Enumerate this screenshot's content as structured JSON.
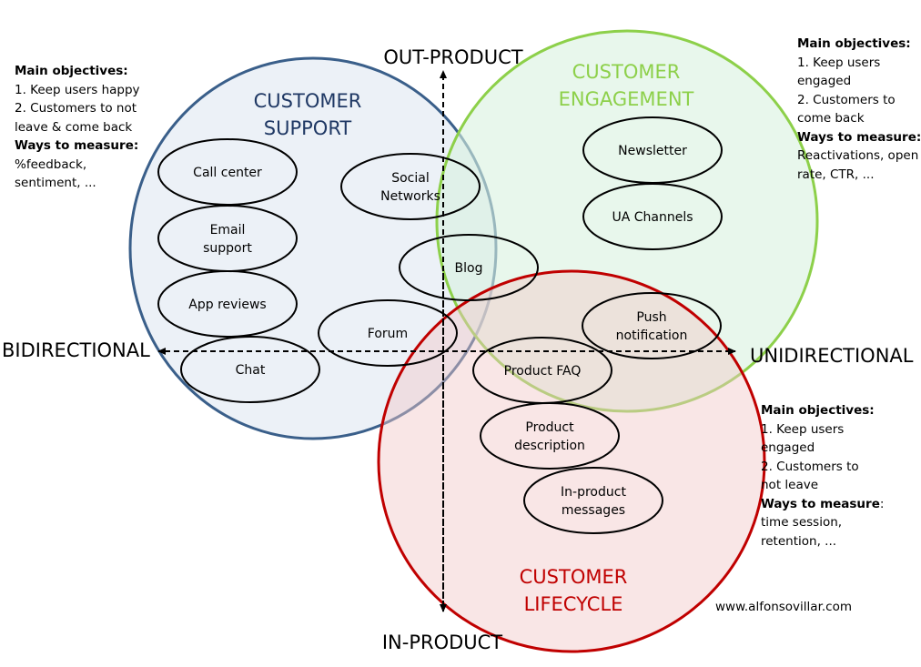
{
  "axes": {
    "top": "OUT-PRODUCT",
    "bottom": "IN-PRODUCT",
    "left": "BIDIRECTIONAL",
    "right": "UNIDIRECTIONAL"
  },
  "circles": {
    "support": {
      "title_line1": "CUSTOMER",
      "title_line2": "SUPPORT",
      "color": "#3a5f8a",
      "fill": "#dce6f1"
    },
    "engagement": {
      "title_line1": "CUSTOMER",
      "title_line2": "ENGAGEMENT",
      "color": "#8dd04a",
      "fill": "#d9f2df"
    },
    "lifecycle": {
      "title_line1": "CUSTOMER",
      "title_line2": "LIFECYCLE",
      "color": "#c00000",
      "fill": "#f2d6d6"
    }
  },
  "channels": [
    {
      "id": "call-center",
      "lines": [
        "Call center"
      ]
    },
    {
      "id": "email-support",
      "lines": [
        "Email",
        "support"
      ]
    },
    {
      "id": "app-reviews",
      "lines": [
        "App reviews"
      ]
    },
    {
      "id": "chat",
      "lines": [
        "Chat"
      ]
    },
    {
      "id": "social-networks",
      "lines": [
        "Social",
        "Networks"
      ]
    },
    {
      "id": "blog",
      "lines": [
        "Blog"
      ]
    },
    {
      "id": "forum",
      "lines": [
        "Forum"
      ]
    },
    {
      "id": "newsletter",
      "lines": [
        "Newsletter"
      ]
    },
    {
      "id": "ua-channels",
      "lines": [
        "UA Channels"
      ]
    },
    {
      "id": "push-notification",
      "lines": [
        "Push",
        "notification"
      ]
    },
    {
      "id": "product-faq",
      "lines": [
        "Product FAQ"
      ]
    },
    {
      "id": "product-description",
      "lines": [
        "Product",
        "description"
      ]
    },
    {
      "id": "in-product-messages",
      "lines": [
        "In-product",
        "messages"
      ]
    }
  ],
  "notes": {
    "support": {
      "heading": "Main objectives:",
      "lines": [
        "1. Keep users happy",
        "2. Customers to not",
        "leave & come back"
      ],
      "measure_heading": "Ways to measure:",
      "measure_lines": [
        "%feedback,",
        "sentiment, ..."
      ]
    },
    "engagement": {
      "heading": "Main objectives:",
      "lines": [
        "1. Keep users",
        "engaged",
        "2. Customers to",
        "come back"
      ],
      "measure_heading": "Ways to measure:",
      "measure_lines": [
        "Reactivations, open",
        "rate, CTR, ..."
      ]
    },
    "lifecycle": {
      "heading": "Main objectives:",
      "lines": [
        "1. Keep users",
        "engaged",
        "2. Customers to",
        "not leave"
      ],
      "measure_heading": "Ways to measure",
      "measure_colon": ":",
      "measure_lines": [
        "time session,",
        "retention, ..."
      ]
    }
  },
  "footer": {
    "website": "www.alfonsovillar.com"
  }
}
